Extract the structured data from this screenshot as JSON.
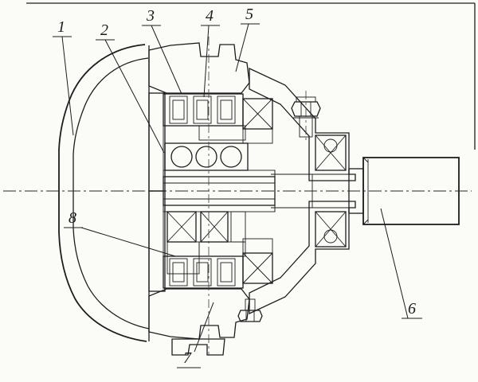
{
  "figure": {
    "colors": {
      "paper": "#fbfbf8",
      "ink": "#1d1d1d"
    },
    "part_labels": [
      {
        "label": "1"
      },
      {
        "label": "2"
      },
      {
        "label": "3"
      },
      {
        "label": "4"
      },
      {
        "label": "5"
      },
      {
        "label": "6"
      },
      {
        "label": "7"
      },
      {
        "label": "8"
      }
    ]
  }
}
